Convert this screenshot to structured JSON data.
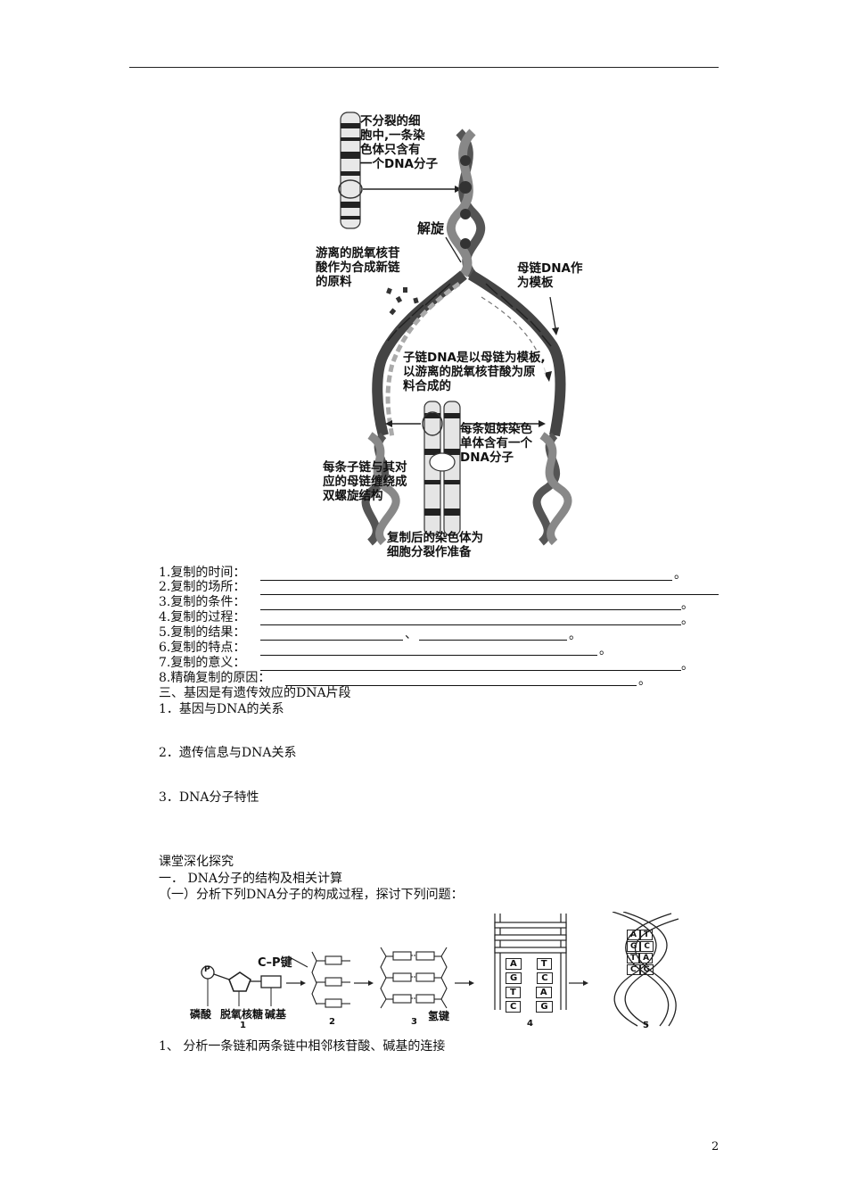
{
  "figure1": {
    "label_top": "不分裂的细\n胞中,一条染\n色体只含有\n一个DNA分子",
    "label_unwind": "解旋",
    "label_free": "游离的脱氧核苷\n酸作为合成新链\n的原料",
    "label_template": "母链DNA作\n为模板",
    "label_child": "子链DNA是以母链为模板,\n以游离的脱氧核苷酸为原\n料合成的",
    "label_sister": "每条姐妹染色\n单体含有一个\nDNA分子",
    "label_twist": "每条子链与其对\n应的母链缠绕成\n双螺旋结构",
    "label_after": "复制后的染色体为\n细胞分裂作准备"
  },
  "questions": [
    {
      "text": "1.复制的时间：",
      "end": "。"
    },
    {
      "text": "2.复制的场所：",
      "end": ""
    },
    {
      "text": "3.复制的条件：",
      "end": "。"
    },
    {
      "text": "4.复制的过程：",
      "end": "。"
    },
    {
      "text": "5.复制的结果：",
      "mid": "、",
      "end": "。"
    },
    {
      "text": "6.复制的特点：",
      "end": "。"
    },
    {
      "text": "7.复制的意义：",
      "end": "。"
    },
    {
      "text": "8.精确复制的原因：",
      "end": "。"
    }
  ],
  "section3": {
    "title": "三、基因是有遗传效应的DNA片段",
    "item1": "1．基因与DNA的关系",
    "item2": "2．遗传信息与DNA关系",
    "item3": "3．DNA分子特性"
  },
  "explore": {
    "title": "课堂深化探究",
    "sub1": "一．   DNA分子的结构及相关计算",
    "sub2": "（一）分析下列DNA分子的构成过程，探讨下列问题：",
    "q1": "1、  分析一条链和两条链中相邻核苷酸、碱基的连接"
  },
  "figure2": {
    "cp_bond": "C–P键",
    "phosphate": "磷酸",
    "deoxyribose": "脱氧核糖",
    "base": "碱基",
    "hbond": "氢键",
    "p_letter": "P",
    "step_labels": [
      "1",
      "2",
      "3",
      "4",
      "5"
    ],
    "pairs4": [
      [
        "A",
        "T"
      ],
      [
        "G",
        "C"
      ],
      [
        "T",
        "A"
      ],
      [
        "C",
        "G"
      ]
    ],
    "pairs5": [
      [
        "A",
        "T"
      ],
      [
        "G",
        "C"
      ],
      [
        "T",
        "A"
      ],
      [
        "C",
        "G"
      ]
    ]
  },
  "page_number": "2"
}
